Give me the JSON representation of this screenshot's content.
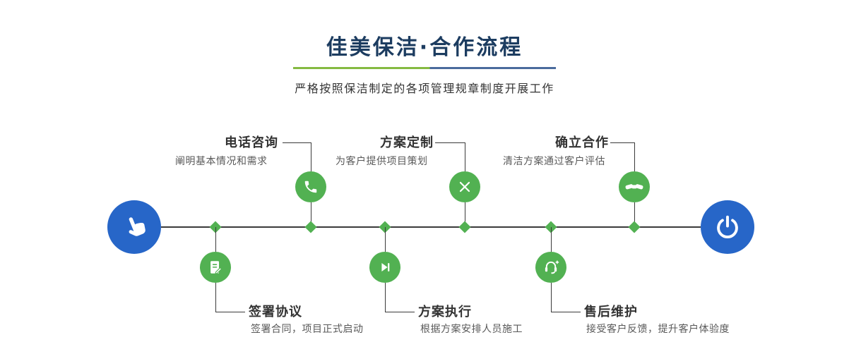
{
  "header": {
    "title": "佳美保洁·合作流程",
    "subtitle": "严格按照保洁制定的各项管理规章制度开展工作"
  },
  "colors": {
    "green": "#52b152",
    "blue": "#2766c8",
    "navy": "#1c3c60",
    "line": "#3a3a3a",
    "divider_green": "#85ba41",
    "divider_blue": "#4a6b9d"
  },
  "timeline": {
    "steps_top": [
      {
        "label": "电话咨询",
        "desc": "阐明基本情况和需求",
        "icon": "phone-icon"
      },
      {
        "label": "方案定制",
        "desc": "为客户提供项目策划",
        "icon": "design-tools-icon"
      },
      {
        "label": "确立合作",
        "desc": "清洁方案通过客户评估",
        "icon": "handshake-icon"
      }
    ],
    "steps_bottom": [
      {
        "label": "签署协议",
        "desc": "签署合同，项目正式启动",
        "icon": "contract-icon"
      },
      {
        "label": "方案执行",
        "desc": "根据方案安排人员施工",
        "icon": "play-next-icon"
      },
      {
        "label": "售后维护",
        "desc": "接受客户反馈，提升客户体验度",
        "icon": "headset-icon"
      }
    ],
    "start_icon": "hand-pointer-icon",
    "end_icon": "power-icon"
  }
}
